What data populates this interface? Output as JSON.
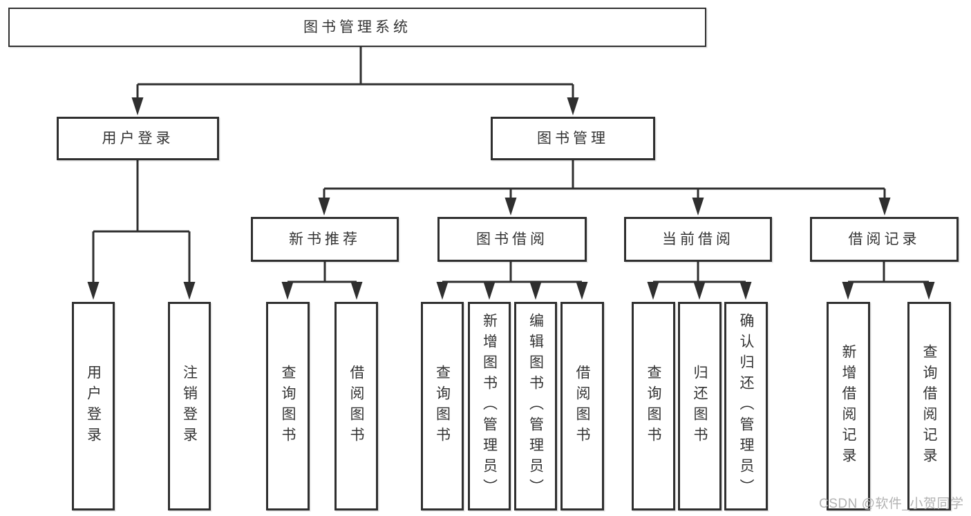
{
  "diagram": {
    "type": "hierarchy-tree",
    "title": "图书管理系统",
    "nodes": {
      "root": {
        "label": "图书管理系统"
      },
      "userLogin": {
        "label": "用户登录"
      },
      "bookMgmt": {
        "label": "图书管理"
      },
      "newBookRec": {
        "label": "新书推荐"
      },
      "bookBorrow": {
        "label": "图书借阅"
      },
      "currentBorrow": {
        "label": "当前借阅"
      },
      "borrowRecord": {
        "label": "借阅记录"
      },
      "ulUserLogin": {
        "label": "用户登录"
      },
      "ulLogout": {
        "label": "注销登录"
      },
      "nbrQuery": {
        "label": "查询图书"
      },
      "nbrBorrow": {
        "label": "借阅图书"
      },
      "bbQuery": {
        "label": "查询图书"
      },
      "bbAdd": {
        "label": "新增图书（管理员）"
      },
      "bbEdit": {
        "label": "编辑图书（管理员）"
      },
      "bbBorrow": {
        "label": "借阅图书"
      },
      "cbQuery": {
        "label": "查询图书"
      },
      "cbReturn": {
        "label": "归还图书"
      },
      "cbConfirm": {
        "label": "确认归还（管理员）"
      },
      "brAdd": {
        "label": "新增借阅记录"
      },
      "brQuery": {
        "label": "查询借阅记录"
      }
    },
    "hierarchy": {
      "图书管理系统": {
        "用户登录": [
          "用户登录",
          "注销登录"
        ],
        "图书管理": {
          "新书推荐": [
            "查询图书",
            "借阅图书"
          ],
          "图书借阅": [
            "查询图书",
            "新增图书（管理员）",
            "编辑图书（管理员）",
            "借阅图书"
          ],
          "当前借阅": [
            "查询图书",
            "归还图书",
            "确认归还（管理员）"
          ],
          "借阅记录": [
            "新增借阅记录",
            "查询借阅记录"
          ]
        }
      }
    },
    "colors": {
      "line": "#2f2f2f",
      "text": "#333333",
      "box_fill": "#ffffff",
      "watermark": "#b3b3b3",
      "background": "#ffffff"
    },
    "watermark": "CSDN @软件_小贺同学"
  }
}
